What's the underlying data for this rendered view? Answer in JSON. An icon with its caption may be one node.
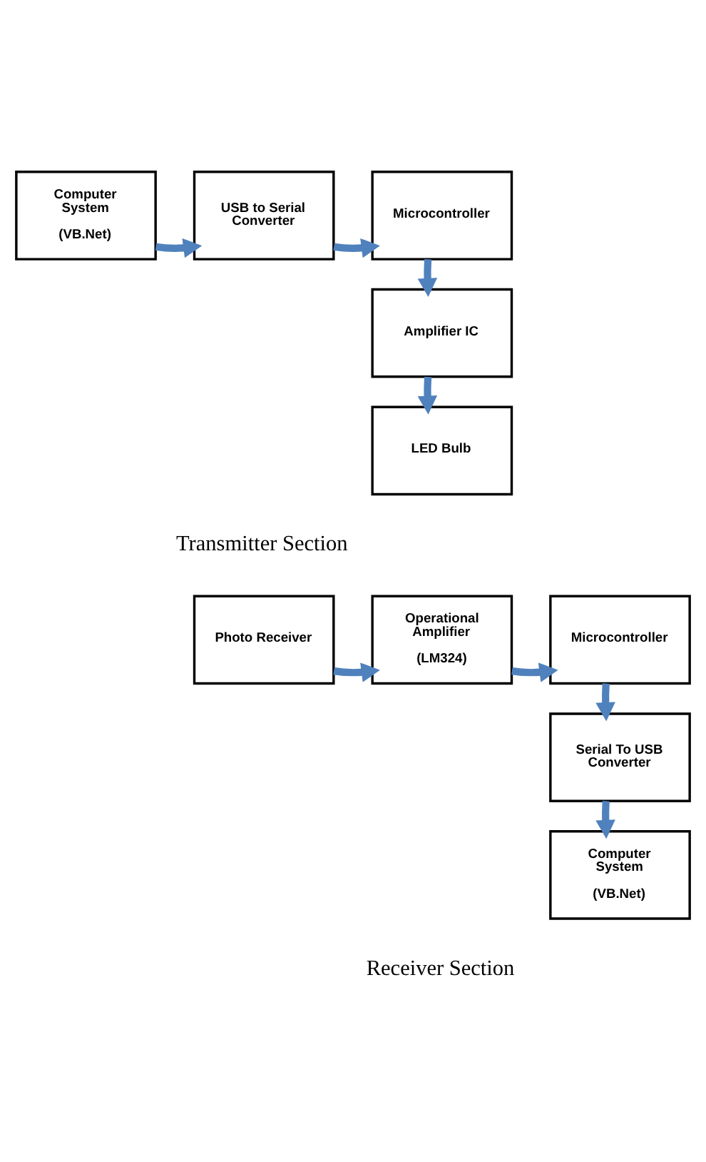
{
  "diagram": {
    "nodes": [
      {
        "text": [
          "Computer System",
          "(VB.Net)"
        ]
      },
      {
        "text": [
          "USB to Serial Converter"
        ]
      },
      {
        "text": [
          "Microcontroller"
        ]
      },
      {
        "text": [
          "Amplifier IC"
        ]
      },
      {
        "text": [
          "LED Bulb"
        ]
      },
      {
        "text": [
          "Photo Receiver"
        ]
      },
      {
        "text": [
          "Operational Amplifier",
          "(LM324)"
        ]
      },
      {
        "text": [
          "Microcontroller"
        ]
      },
      {
        "text": [
          "Serial To USB Converter"
        ]
      },
      {
        "text": [
          "Computer System",
          "(VB.Net)"
        ]
      }
    ],
    "edges": [
      {
        "from": 0,
        "to": 1,
        "arrow": "to"
      },
      {
        "from": 1,
        "to": 2,
        "arrow": "to"
      },
      {
        "from": 2,
        "to": 3,
        "arrow": "to"
      },
      {
        "from": 3,
        "to": 4,
        "arrow": "to"
      },
      {
        "from": 5,
        "to": 6,
        "arrow": "to"
      },
      {
        "from": 6,
        "to": 7,
        "arrow": "to"
      },
      {
        "from": 7,
        "to": 8,
        "arrow": "to"
      },
      {
        "from": 8,
        "to": 9,
        "arrow": "to"
      }
    ],
    "labels": [
      "Transmitter Section",
      "Receiver Section"
    ]
  }
}
